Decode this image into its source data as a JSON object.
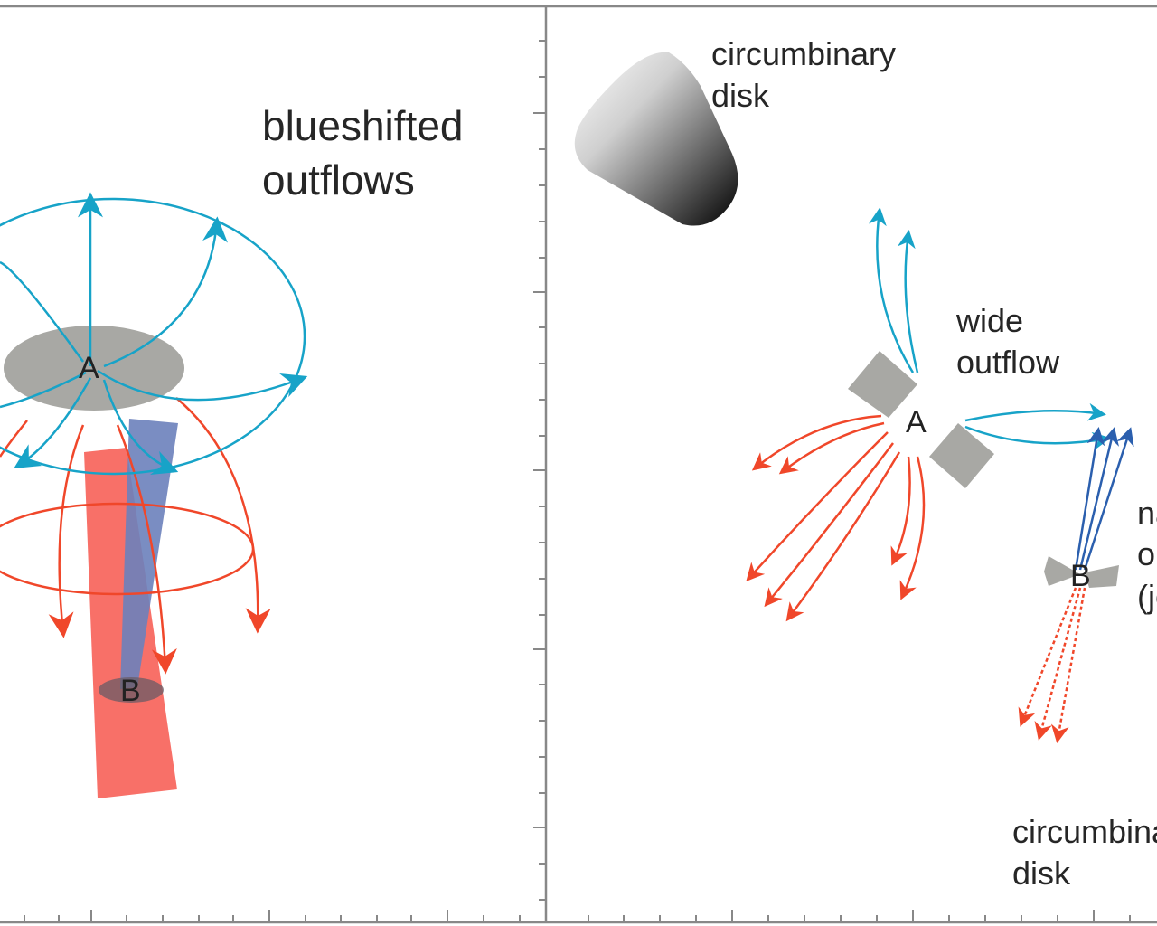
{
  "colors": {
    "blue_outflow": "#17a3c8",
    "red_outflow": "#f0472a",
    "jet_blue": "#2b5fae",
    "disk_gray": "#a8a8a4",
    "frame": "#888888"
  },
  "left_panel": {
    "title_line1": "blueshifted",
    "title_line2": "outflows",
    "source_a": "A",
    "source_b": "B"
  },
  "right_panel": {
    "circumbinary_top_line1": "circumbinary",
    "circumbinary_top_line2": "disk",
    "wide_outflow_line1": "wide",
    "wide_outflow_line2": "outflow",
    "narrow_outflow_line1": "narrow",
    "narrow_outflow_line2": "outflow",
    "narrow_outflow_line3": "(jet)",
    "circumbinary_bottom_line1": "circumbinary",
    "circumbinary_bottom_line2": "disk",
    "source_a": "A",
    "source_b": "B"
  }
}
